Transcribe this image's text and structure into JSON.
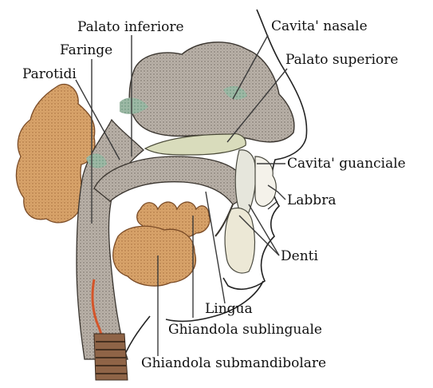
{
  "labels": {
    "cavita_nasale": "Cavita' nasale",
    "palato_inferiore": "Palato inferiore",
    "palato_superiore": "Palato superiore",
    "faringe": "Faringe",
    "parotidi": "Parotidi",
    "cavita_guanciale": "Cavita' guanciale",
    "labbra": "Labbra",
    "denti": "Denti",
    "lingua": "Lingua",
    "ghiandola_sublinguale": "Ghiandola sublinguale",
    "ghiandola_submandibolare": "Ghiandola submandibolare"
  },
  "colors": {
    "gland": "#d9a46a",
    "gland_dark": "#a86b3c",
    "tissue": "#b8b0a8",
    "tissue_dark": "#7f7870",
    "green": "#7aa890",
    "palate": "#d8dcbc",
    "esophagus_red": "#d4552a",
    "trachea": "#9a6a4a"
  }
}
